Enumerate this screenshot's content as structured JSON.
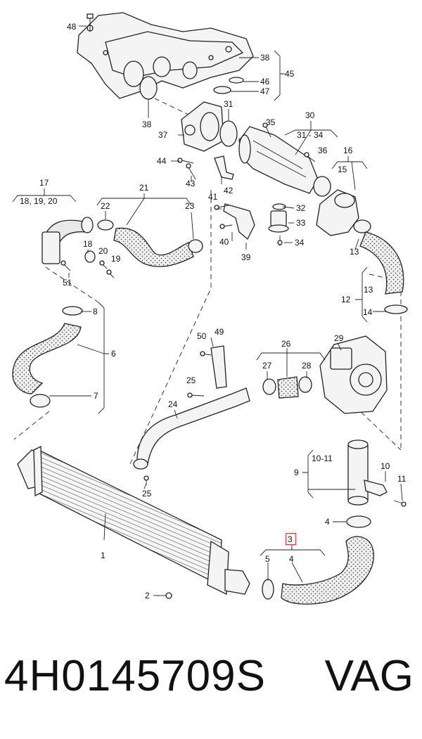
{
  "caption": {
    "part_number": "4H0145709S",
    "brand": "VAG"
  },
  "highlight": {
    "label": "3",
    "color": "#e03a3a"
  },
  "icons": [
    "manifold-icon",
    "throttle-icon",
    "intercooler-icon",
    "hose-icon",
    "clamp-icon",
    "bolt-icon"
  ],
  "labels": [
    {
      "id": "48",
      "text": "48"
    },
    {
      "id": "38a",
      "text": "38"
    },
    {
      "id": "45",
      "text": "45"
    },
    {
      "id": "46",
      "text": "46"
    },
    {
      "id": "47",
      "text": "47"
    },
    {
      "id": "38b",
      "text": "38"
    },
    {
      "id": "31",
      "text": "31"
    },
    {
      "id": "30",
      "text": "30"
    },
    {
      "id": "31-34",
      "text": "31 - 34"
    },
    {
      "id": "35",
      "text": "35"
    },
    {
      "id": "37",
      "text": "37"
    },
    {
      "id": "36",
      "text": "36"
    },
    {
      "id": "16",
      "text": "16"
    },
    {
      "id": "15",
      "text": "15"
    },
    {
      "id": "44",
      "text": "44"
    },
    {
      "id": "43",
      "text": "43"
    },
    {
      "id": "42",
      "text": "42"
    },
    {
      "id": "17",
      "text": "17"
    },
    {
      "id": "18-20",
      "text": "18, 19, 20"
    },
    {
      "id": "21",
      "text": "21"
    },
    {
      "id": "22",
      "text": "22"
    },
    {
      "id": "23",
      "text": "23"
    },
    {
      "id": "41",
      "text": "41"
    },
    {
      "id": "32",
      "text": "32"
    },
    {
      "id": "33",
      "text": "33"
    },
    {
      "id": "40",
      "text": "40"
    },
    {
      "id": "34",
      "text": "34"
    },
    {
      "id": "39",
      "text": "39"
    },
    {
      "id": "13a",
      "text": "13"
    },
    {
      "id": "18",
      "text": "18"
    },
    {
      "id": "20",
      "text": "20"
    },
    {
      "id": "19",
      "text": "19"
    },
    {
      "id": "51",
      "text": "51"
    },
    {
      "id": "12",
      "text": "12"
    },
    {
      "id": "13b",
      "text": "13"
    },
    {
      "id": "14",
      "text": "14"
    },
    {
      "id": "8",
      "text": "8"
    },
    {
      "id": "6",
      "text": "6"
    },
    {
      "id": "7",
      "text": "7"
    },
    {
      "id": "50",
      "text": "50"
    },
    {
      "id": "49",
      "text": "49"
    },
    {
      "id": "26",
      "text": "26"
    },
    {
      "id": "29",
      "text": "29"
    },
    {
      "id": "27",
      "text": "27"
    },
    {
      "id": "28",
      "text": "28"
    },
    {
      "id": "25a",
      "text": "25"
    },
    {
      "id": "24",
      "text": "24"
    },
    {
      "id": "25b",
      "text": "25"
    },
    {
      "id": "10-11",
      "text": "10-11"
    },
    {
      "id": "9",
      "text": "9"
    },
    {
      "id": "10",
      "text": "10"
    },
    {
      "id": "11",
      "text": "11"
    },
    {
      "id": "4a",
      "text": "4"
    },
    {
      "id": "1",
      "text": "1"
    },
    {
      "id": "5",
      "text": "5"
    },
    {
      "id": "4b",
      "text": "4"
    },
    {
      "id": "2",
      "text": "2"
    },
    {
      "id": "3",
      "text": "3"
    }
  ]
}
